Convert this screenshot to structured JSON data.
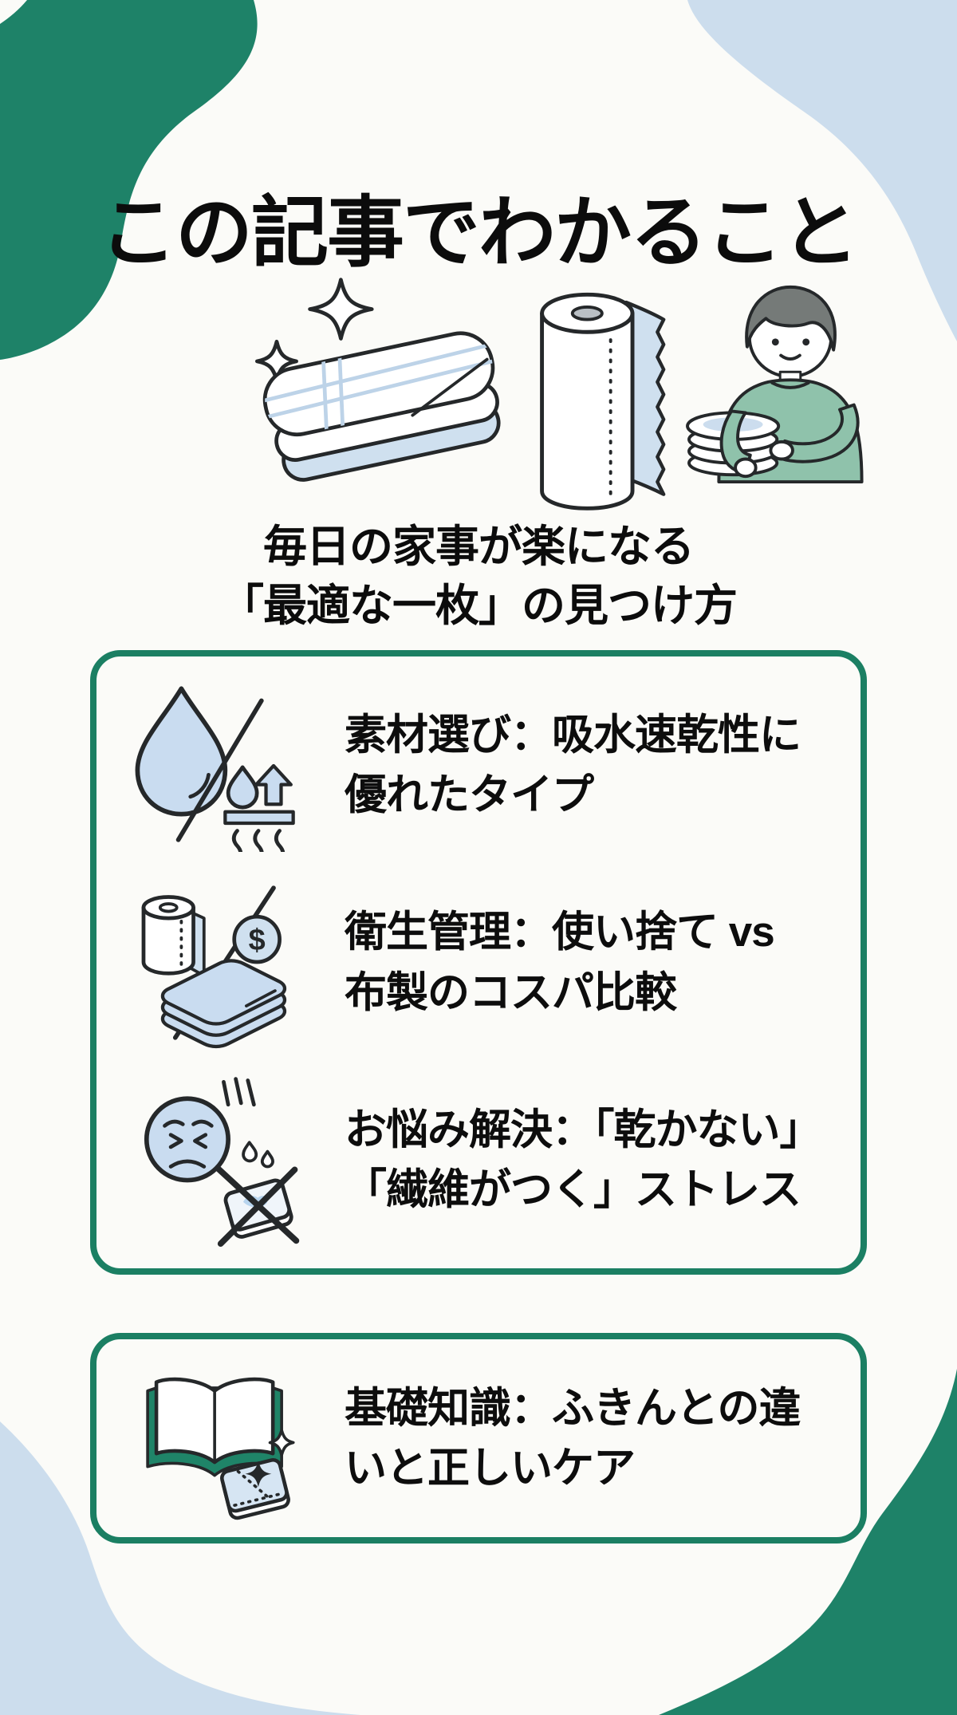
{
  "page": {
    "title": "この記事でわかること",
    "subtitle_line1": "毎日の家事が楽になる",
    "subtitle_line2": "「最適な一枚」の見つけ方"
  },
  "hero": {
    "illustrations": [
      "sparkling-folded-towel",
      "paper-towel-roll",
      "person-holding-dishes"
    ]
  },
  "learning_points": {
    "items": [
      {
        "icon": "water-absorption-quick-dry-icon",
        "line1": "素材選び：吸水速乾性に",
        "line2": "優れたタイプ"
      },
      {
        "icon": "disposable-vs-cloth-cost-icon",
        "line1": "衛生管理：使い捨て vs",
        "line2": "布製のコスパ比較"
      },
      {
        "icon": "stress-frustration-icon",
        "line1": "お悩み解決：「乾かない」",
        "line2": "「繊維がつく」ストレス"
      }
    ]
  },
  "basics": {
    "items": [
      {
        "icon": "book-and-cloth-icon",
        "line1": "基礎知識：ふきんとの違",
        "line2": "いと正しいケア"
      }
    ]
  },
  "icon_glyphs": {
    "coin_symbol": "$"
  },
  "colors": {
    "accent_green": "#1e8268",
    "box_border_green": "#1b7f63",
    "corner_light_blue": "#ccdded",
    "icon_light_blue": "#c9dcf0",
    "sweater_green": "#8fc2ab",
    "text_black": "#0d0d0d",
    "background": "#fbfbf8"
  }
}
